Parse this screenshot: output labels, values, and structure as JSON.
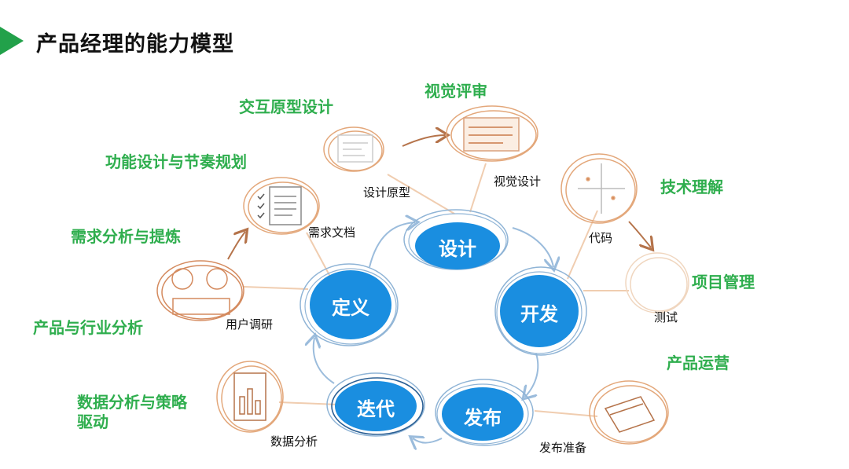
{
  "title": "产品经理的能力模型",
  "stages": {
    "define": "定义",
    "design": "设计",
    "develop": "开发",
    "release": "发布",
    "iterate": "迭代"
  },
  "abilities": {
    "interaction_prototype": "交互原型设计",
    "visual_review": "视觉评审",
    "function_design": "功能设计与节奏规划",
    "requirement_analysis": "需求分析与提炼",
    "industry_analysis": "产品与行业分析",
    "tech_understanding": "技术理解",
    "project_management": "项目管理",
    "product_operation": "产品运营",
    "data_analysis_strategy": "数据分析与策略\n驱动"
  },
  "artifacts": {
    "design_prototype": "设计原型",
    "visual_design": "视觉设计",
    "requirement_doc": "需求文档",
    "user_research": "用户调研",
    "code": "代码",
    "testing": "测试",
    "release_prep": "发布准备",
    "data_analysis": "数据分析"
  },
  "colors": {
    "accent_green": "#2fae4e",
    "stage_blue": "#1a8ee0",
    "sketch_orange": "#e3a77a",
    "cycle_blue": "#8fb4d6"
  }
}
